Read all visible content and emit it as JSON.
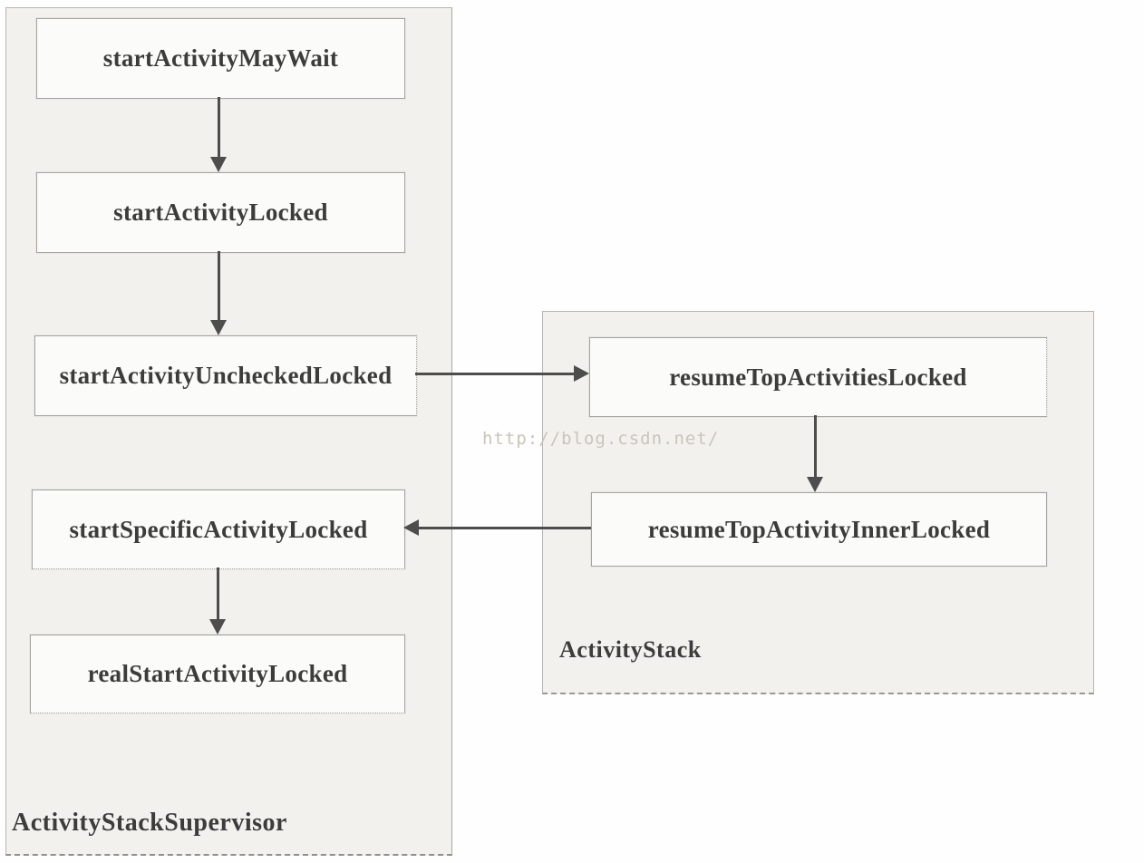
{
  "watermark": "http://blog.csdn.net/",
  "colors": {
    "container_fill": "#f2f1ee",
    "node_fill": "#fbfbf9",
    "border_gray": "#a5a4a1",
    "arrow_gray": "#4d4d4d",
    "text_dark": "#3c3c3c",
    "watermark_gray": "#c9c5bb"
  },
  "diagram": {
    "type": "flowchart",
    "containers": [
      {
        "id": "supervisor",
        "label": "ActivityStackSupervisor",
        "nodes": [
          "startActivityMayWait",
          "startActivityLocked",
          "startActivityUncheckedLocked",
          "startSpecificActivityLocked",
          "realStartActivityLocked"
        ]
      },
      {
        "id": "stack",
        "label": "ActivityStack",
        "nodes": [
          "resumeTopActivitiesLocked",
          "resumeTopActivityInnerLocked"
        ]
      }
    ],
    "edges": [
      {
        "from": "startActivityMayWait",
        "to": "startActivityLocked",
        "direction": "down"
      },
      {
        "from": "startActivityLocked",
        "to": "startActivityUncheckedLocked",
        "direction": "down"
      },
      {
        "from": "startActivityUncheckedLocked",
        "to": "resumeTopActivitiesLocked",
        "direction": "right"
      },
      {
        "from": "resumeTopActivitiesLocked",
        "to": "resumeTopActivityInnerLocked",
        "direction": "down"
      },
      {
        "from": "resumeTopActivityInnerLocked",
        "to": "startSpecificActivityLocked",
        "direction": "left"
      },
      {
        "from": "startSpecificActivityLocked",
        "to": "realStartActivityLocked",
        "direction": "down"
      }
    ]
  }
}
